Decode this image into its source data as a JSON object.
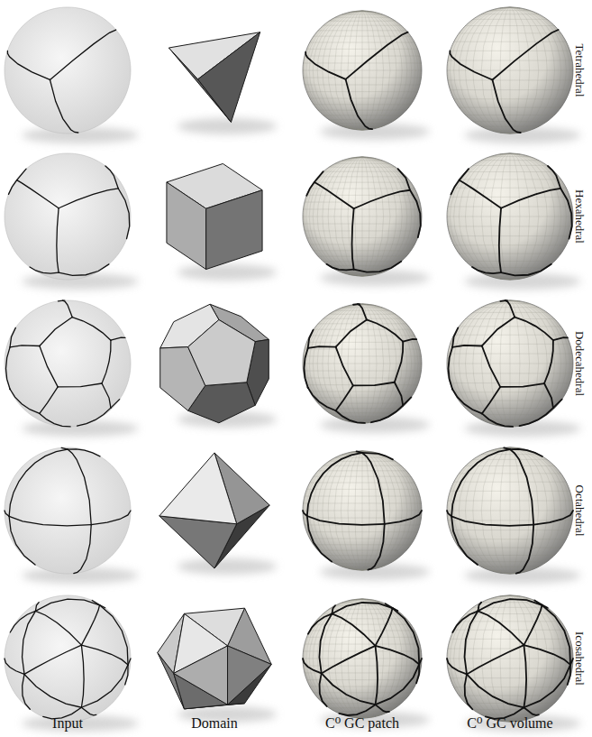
{
  "diagram": {
    "labels": [
      "Tetrahedral",
      "Hexahedral",
      "Dodecahedral",
      "Octahedral",
      "Icosahedral",
      "Input",
      "Domain",
      "C⁰ GC patch",
      "C⁰ GC volume"
    ]
  }
}
